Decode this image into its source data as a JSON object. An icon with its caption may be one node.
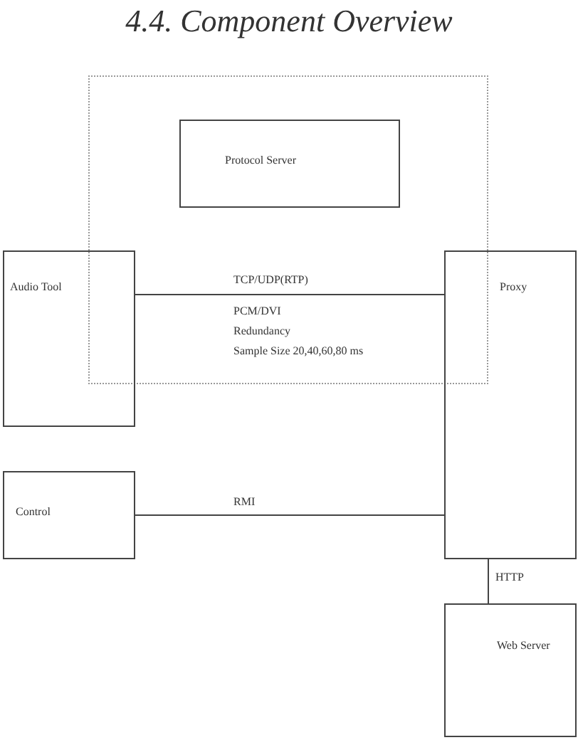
{
  "diagram": {
    "title": "4.4. Component Overview",
    "nodes": [
      {
        "text": [],
        "shape": "box"
      },
      {
        "text": [
          "Protocol Server"
        ],
        "in": 0
      },
      {
        "text": [
          "Audio Tool"
        ]
      },
      {
        "text": [
          "Proxy"
        ]
      },
      {
        "text": [
          "Control"
        ]
      },
      {
        "text": [
          "Web Server"
        ]
      }
    ],
    "edges": [
      {
        "from": 2,
        "to": 3,
        "arrow": "none",
        "label": "TCP/UDP(RTP)"
      },
      {
        "from": 4,
        "to": 3,
        "arrow": "none",
        "label": "RMI"
      },
      {
        "from": 3,
        "to": 5,
        "arrow": "none",
        "label": "HTTP"
      }
    ],
    "labels": [
      "PCM/DVI",
      "Redundancy",
      "Sample Size 20,40,60,80 ms"
    ]
  }
}
